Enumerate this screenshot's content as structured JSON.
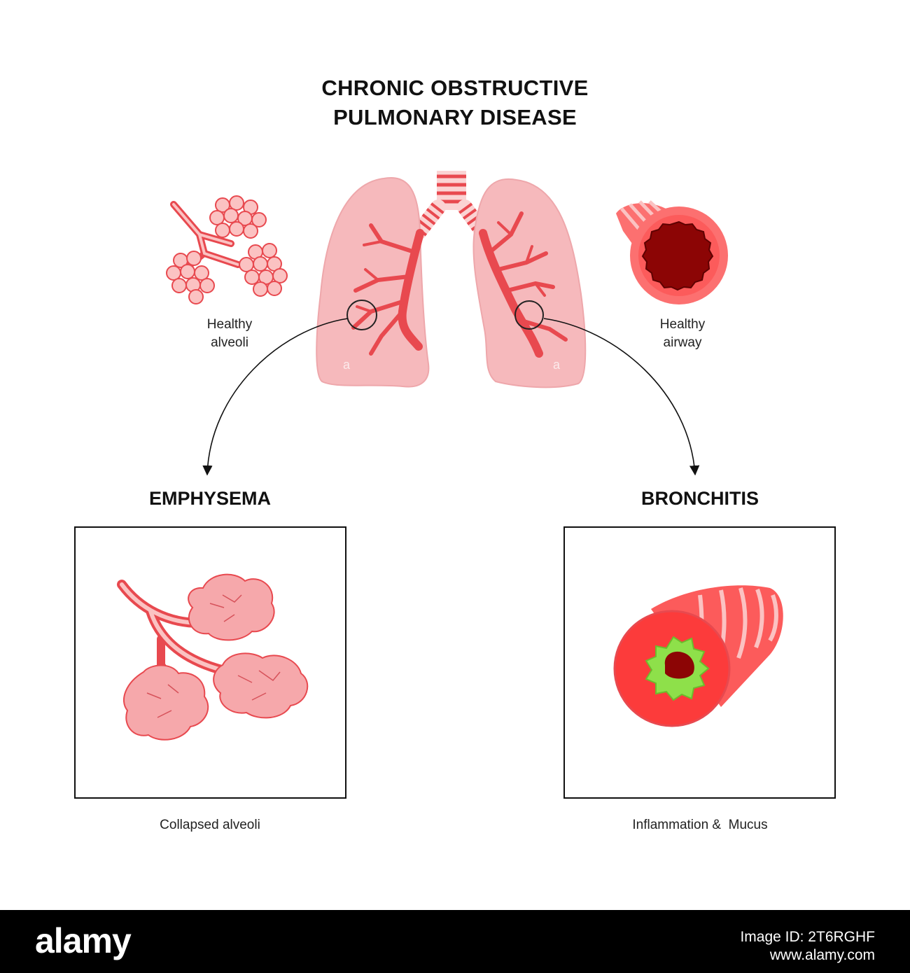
{
  "title": {
    "line1": "CHRONIC OBSTRUCTIVE",
    "line2": "PULMONARY DISEASE"
  },
  "labels": {
    "healthy_alveoli": [
      "Healthy",
      "alveoli"
    ],
    "healthy_airway": [
      "Healthy",
      "airway"
    ]
  },
  "panels": {
    "left": {
      "heading": "EMPHYSEMA",
      "caption": "Collapsed alveoli"
    },
    "right": {
      "heading": "BRONCHITIS",
      "caption": "Inflammation &  Mucus"
    }
  },
  "footer": {
    "logo": "alamy",
    "image_id": "Image ID: 2T6RGHF",
    "url": "www.alamy.com"
  },
  "colors": {
    "lung_fill": "#f6b9bc",
    "bronchi": "#e8494f",
    "airway_red": "#fc3b3b",
    "lumen": "#8c0505",
    "mucus": "#8ee04a",
    "alveoli_fill": "#fbc2c2"
  }
}
